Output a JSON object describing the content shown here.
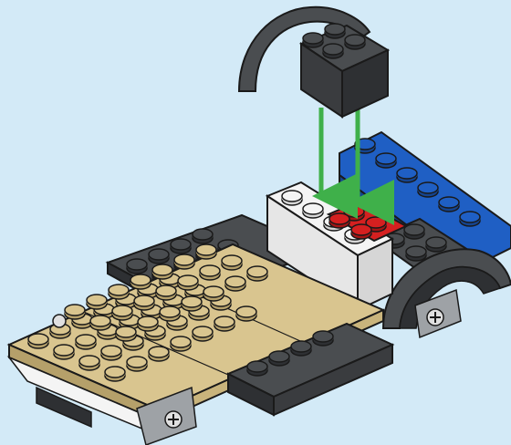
{
  "illustration": {
    "kind": "lego-build-instruction-step",
    "background_color": "#d3eaf7",
    "arrow_color": "#3fb04a",
    "outline_color": "#1a1a1a",
    "colors": {
      "tan": "#d9c58f",
      "tan_dark": "#b5a06a",
      "dark_gray": "#4a4d50",
      "dark_gray_side": "#2e3033",
      "white": "#f4f4f4",
      "white_side": "#d6d6d6",
      "red": "#d42020",
      "red_side": "#a31515",
      "blue": "#1f5fc4",
      "blue_side": "#15448f",
      "light_gray": "#9ea2a6"
    },
    "parts": [
      "falling-2x2-dark-gray-brick",
      "dark-gray-fender-arch-left",
      "dark-gray-fender-arch-right",
      "tan-1x8-plate-row",
      "dark-gray-chassis-plate",
      "white-1x4-brick",
      "red-2x2-plate",
      "blue-1x6-plate",
      "axle-wheel-holder-left",
      "axle-wheel-holder-right"
    ]
  }
}
